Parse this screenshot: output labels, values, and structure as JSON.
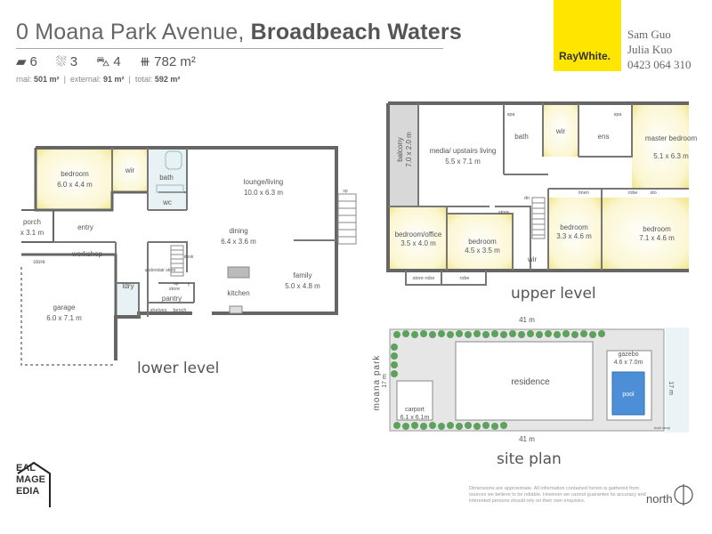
{
  "header": {
    "street": "0 Moana Park Avenue,",
    "suburb": "Broadbeach Waters",
    "beds": "6",
    "baths": "3",
    "cars": "4",
    "land": "782 m²",
    "area_internal_label": "rnal:",
    "area_internal": "501 m²",
    "area_external_label": "external:",
    "area_external": "91 m²",
    "area_total_label": "total:",
    "area_total": "592 m²"
  },
  "agency": {
    "logo_text": "RayWhite.",
    "brand_color": "#ffe600"
  },
  "agent": {
    "name1": "Sam Guo",
    "name2": "Julia Kuo",
    "phone": "0423 064 310"
  },
  "levels": {
    "lower": "lower level",
    "upper": "upper level",
    "site": "site plan"
  },
  "lower_rooms": {
    "bedroom": "bedroom",
    "bedroom_dim": "6.0 x 4.4 m",
    "wir": "wir",
    "bath": "bath",
    "wc": "wc",
    "lounge": "lounge/living",
    "lounge_dim": "10.0 x 6.3 m",
    "porch": "porch",
    "porch_dim": "x 3.1 m",
    "entry": "entry",
    "workshop": "workshop",
    "store": "store",
    "dining": "dining",
    "dining_dim": "6.4 x 3.6 m",
    "family": "family",
    "family_dim": "5.0 x 4.8 m",
    "ldry": "ldry",
    "understair": "understair store",
    "desk": "desk",
    "store2": "store",
    "f": "f",
    "pantry": "pantry",
    "shelves": "shelves",
    "bench": "bench",
    "kitchen": "kitchen",
    "garage": "garage",
    "garage_dim": "6.0 x 7.1 m",
    "up": "up",
    "vp": "vp"
  },
  "upper_rooms": {
    "balcony": "balcony",
    "balcony_dim": "7.0 x 2.0 m",
    "media": "media/ upstairs living",
    "media_dim": "5.5 x 7.1 m",
    "spa": "spa",
    "bath": "bath",
    "wir": "wir",
    "ens": "ens",
    "spa2": "spa",
    "master": "master bedroom",
    "master_dim": "5.1 x 6.3 m",
    "linen": "linen",
    "robe": "robe",
    "sto": "sto",
    "office": "bedroom/office",
    "office_dim": "3.5 x 4.0 m",
    "bed2": "bedroom",
    "bed2_dim": "4.5 x 3.5 m",
    "store": "store",
    "dn": "dn",
    "bed3": "bedroom",
    "bed3_dim": "3.3 x 4.6 m",
    "bed4": "bedroom",
    "bed4_dim": "7.1 x 4.6 m",
    "wir2": "wir",
    "store_robe": "store robe",
    "robe2": "robe"
  },
  "site": {
    "width_top": "41 m",
    "width_bottom": "41 m",
    "depth_left": "17 m",
    "depth_right": "17 m",
    "street": "moana park",
    "residence": "residence",
    "gazebo": "gazebo",
    "gazebo_dim": "4.6 x 7.0m",
    "pool": "pool",
    "carport": "carport",
    "carport_dim": "6.1 x 6.1m",
    "boat_ramp": "boat ramp"
  },
  "footer": {
    "disclaimer": "Dimensions are approximate. All information contained herein is gathered from sources we believe to be reliable. However we cannot guarantee its accuracy and interested persons should rely on their own enquiries.",
    "north": "north",
    "brand1": "EAL",
    "brand2": "MAGE",
    "brand3": "EDIA"
  }
}
